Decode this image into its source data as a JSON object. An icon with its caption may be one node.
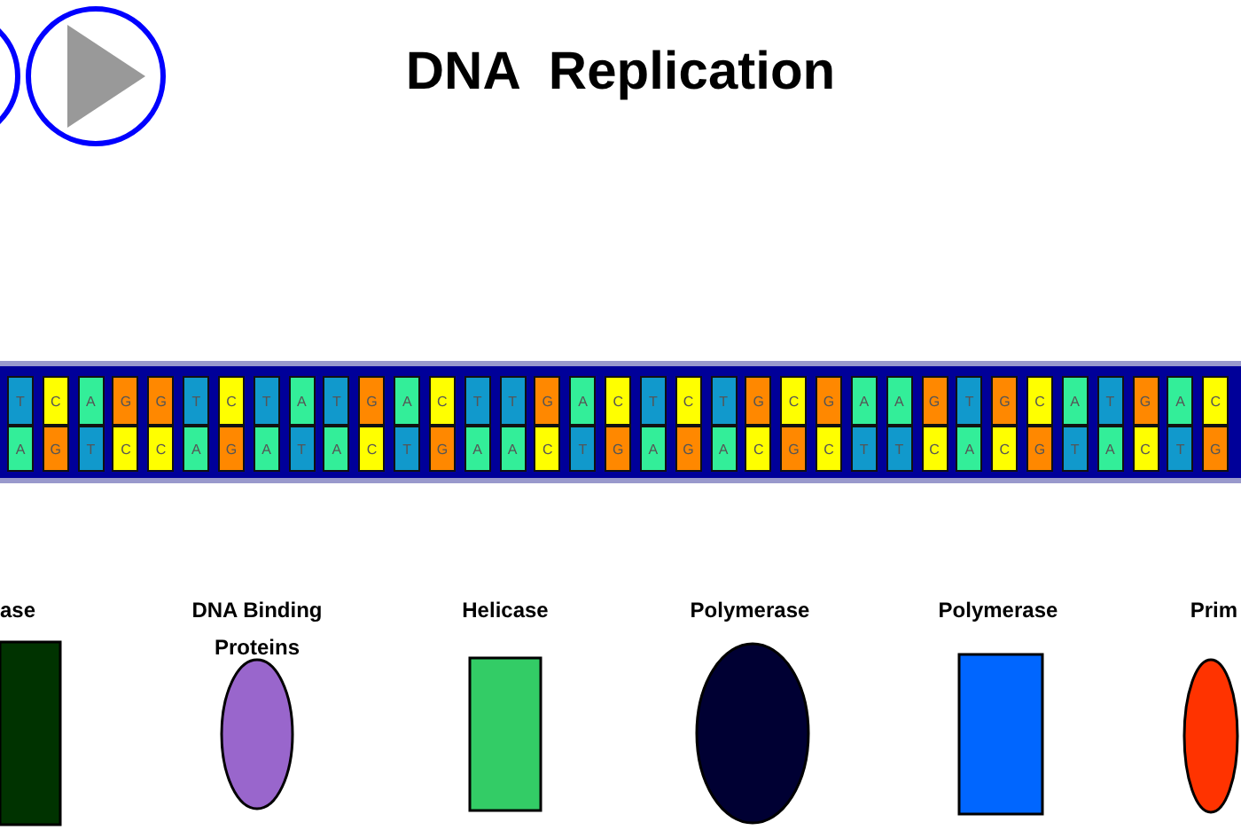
{
  "diagram": {
    "title": "DNA  Replication",
    "nodes": [
      {
        "text": [
          "ase"
        ]
      },
      {
        "text": [
          "DNA Binding Proteins"
        ]
      },
      {
        "text": [
          "Helicase"
        ]
      },
      {
        "text": [
          "Polymerase"
        ]
      },
      {
        "text": [
          "Polymerase"
        ]
      },
      {
        "text": [
          "Prim"
        ]
      }
    ],
    "labels": [
      "T",
      "C",
      "A",
      "G",
      "G",
      "T",
      "C",
      "T",
      "A",
      "T",
      "G",
      "A",
      "C",
      "T",
      "T",
      "G",
      "A",
      "C",
      "T",
      "C",
      "T",
      "G",
      "C",
      "G",
      "A",
      "A",
      "G",
      "T",
      "G",
      "C",
      "A",
      "T",
      "G",
      "A",
      "C",
      "A",
      "G",
      "T",
      "C",
      "C",
      "A",
      "G",
      "A",
      "T",
      "A",
      "C",
      "T",
      "G",
      "A",
      "A",
      "C",
      "T",
      "G",
      "A",
      "G",
      "A",
      "C",
      "G",
      "C",
      "T",
      "T",
      "C",
      "A",
      "C",
      "G",
      "T",
      "A",
      "C",
      "T",
      "G"
    ]
  }
}
